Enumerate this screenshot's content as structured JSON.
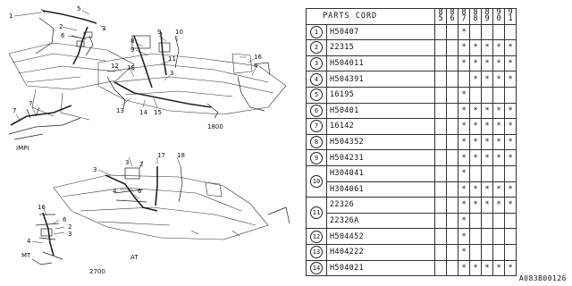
{
  "diagram": {
    "labels": {
      "impi": "IMPI",
      "v1800": "1800",
      "v2700": "2700",
      "mt": "MT",
      "at": "AT"
    }
  },
  "table": {
    "header": "PARTS CORD",
    "years": [
      [
        "8",
        "5"
      ],
      [
        "8",
        "6"
      ],
      [
        "8",
        "7"
      ],
      [
        "8",
        "8"
      ],
      [
        "8",
        "9"
      ],
      [
        "9",
        "0"
      ],
      [
        "9",
        "1"
      ]
    ],
    "rows": [
      {
        "num": "1",
        "part": "H50407",
        "marks": [
          "",
          "",
          "*",
          "",
          "",
          "",
          ""
        ]
      },
      {
        "num": "2",
        "part": "22315",
        "marks": [
          "",
          "",
          "*",
          "*",
          "*",
          "*",
          "*"
        ]
      },
      {
        "num": "3",
        "part": "H504011",
        "marks": [
          "",
          "",
          "*",
          "*",
          "*",
          "*",
          "*"
        ]
      },
      {
        "num": "4",
        "part": "H504391",
        "marks": [
          "",
          "",
          "",
          "*",
          "*",
          "*",
          "*"
        ]
      },
      {
        "num": "5",
        "part": "16195",
        "marks": [
          "",
          "",
          "*",
          "",
          "",
          "",
          ""
        ]
      },
      {
        "num": "6",
        "part": "H50401",
        "marks": [
          "",
          "",
          "*",
          "*",
          "*",
          "*",
          "*"
        ]
      },
      {
        "num": "7",
        "part": "16142",
        "marks": [
          "",
          "",
          "*",
          "*",
          "*",
          "*",
          "*"
        ]
      },
      {
        "num": "8",
        "part": "H504352",
        "marks": [
          "",
          "",
          "*",
          "*",
          "*",
          "*",
          "*"
        ]
      },
      {
        "num": "9",
        "part": "H504231",
        "marks": [
          "",
          "",
          "*",
          "*",
          "*",
          "*",
          "*"
        ]
      },
      {
        "num": "10",
        "part": "H304041",
        "marks": [
          "",
          "",
          "*",
          "",
          "",
          "",
          ""
        ]
      },
      {
        "num": "",
        "part": "H304061",
        "marks": [
          "",
          "",
          "*",
          "*",
          "*",
          "*",
          "*"
        ]
      },
      {
        "num": "11",
        "part": "22326",
        "marks": [
          "",
          "",
          "*",
          "*",
          "*",
          "*",
          "*"
        ]
      },
      {
        "num": "",
        "part": "22326A",
        "marks": [
          "",
          "",
          "*",
          "",
          "",
          "",
          ""
        ]
      },
      {
        "num": "12",
        "part": "H504452",
        "marks": [
          "",
          "",
          "*",
          "",
          "",
          "",
          ""
        ]
      },
      {
        "num": "13",
        "part": "H404222",
        "marks": [
          "",
          "",
          "*",
          "",
          "",
          "",
          ""
        ]
      },
      {
        "num": "14",
        "part": "H504021",
        "marks": [
          "",
          "",
          "*",
          "*",
          "*",
          "*",
          "*"
        ]
      }
    ]
  },
  "footer": {
    "catalog_code": "A083B00126"
  }
}
